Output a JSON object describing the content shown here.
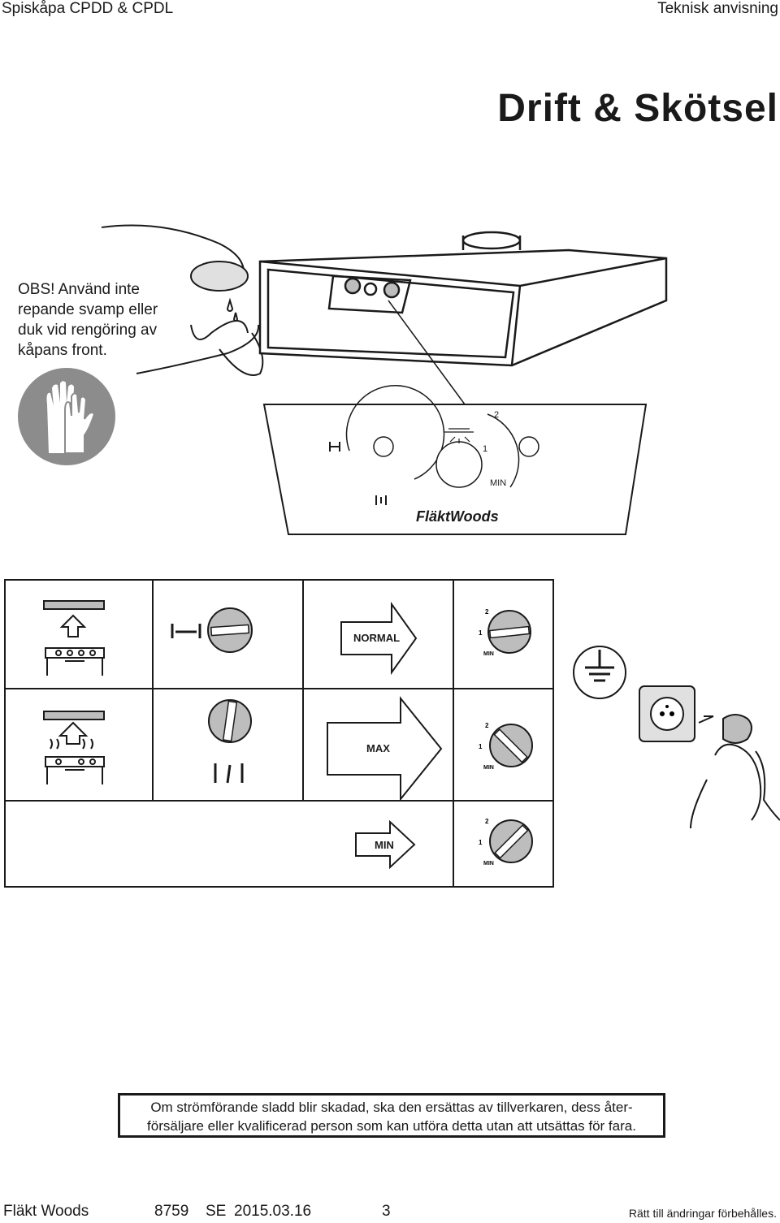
{
  "header": {
    "left": "Spiskåpa CPDD & CPDL",
    "right": "Teknisk anvisning"
  },
  "title": "Drift & Skötsel",
  "note": [
    "OBS! Använd inte",
    "repande svamp eller",
    "duk vid rengöring av",
    "kåpans front."
  ],
  "panel": {
    "brand": "FläktWoods",
    "speed_2": "2",
    "speed_1": "1",
    "speed_min": "MIN"
  },
  "table": {
    "rows": [
      {
        "arrow_label": "NORMAL",
        "k2": "2",
        "k1": "1",
        "kmin": "MIN"
      },
      {
        "arrow_label": "MAX",
        "k2": "2",
        "k1": "1",
        "kmin": "MIN"
      },
      {
        "arrow_label": "MIN",
        "k2": "2",
        "k1": "1",
        "kmin": "MIN"
      }
    ]
  },
  "warning": [
    "Om strömförande sladd blir skadad, ska den ersättas av tillverkaren, dess åter-",
    "försäljare eller kvalificerad person som kan utföra detta utan att utsättas för fara."
  ],
  "footer": {
    "company": "Fläkt Woods",
    "doc_no": "8759",
    "lang": "SE",
    "date": "2015.03.16",
    "page": "3",
    "rights": "Rätt till ändringar förbehålles."
  },
  "colors": {
    "ink": "#1a1a1a",
    "glove_bg": "#8c8c8c",
    "knob": "#bdbdbd"
  }
}
